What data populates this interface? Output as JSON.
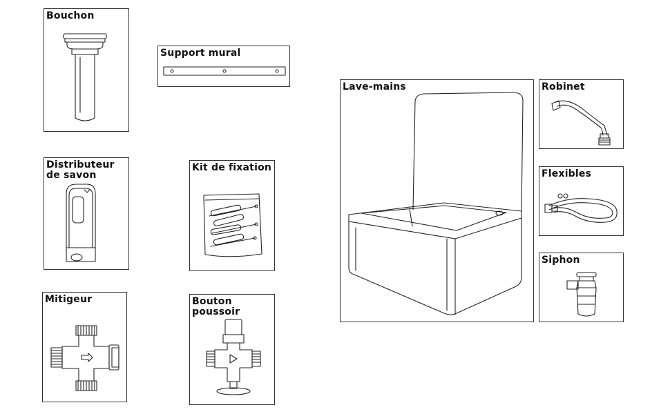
{
  "parts": {
    "bouchon": "Bouchon",
    "support_mural": "Support mural",
    "distributeur_savon": "Distributeur\nde savon",
    "kit_fixation": "Kit de fixation",
    "mitigeur": "Mitigeur",
    "bouton_poussoir": "Bouton\npoussoir",
    "lave_mains": "Lave-mains",
    "robinet": "Robinet",
    "flexibles": "Flexibles",
    "siphon": "Siphon"
  }
}
